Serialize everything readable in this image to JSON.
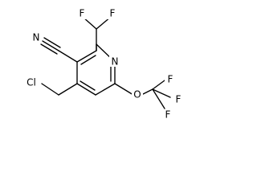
{
  "molecule": {
    "atoms": {
      "n_ring": "N",
      "f_top_left": "F",
      "f_top_right": "F",
      "n_nitrile": "N",
      "cl": "Cl",
      "o_ether": "O",
      "f_cf3_top": "F",
      "f_cf3_right": "F",
      "f_cf3_bottom": "F"
    }
  }
}
